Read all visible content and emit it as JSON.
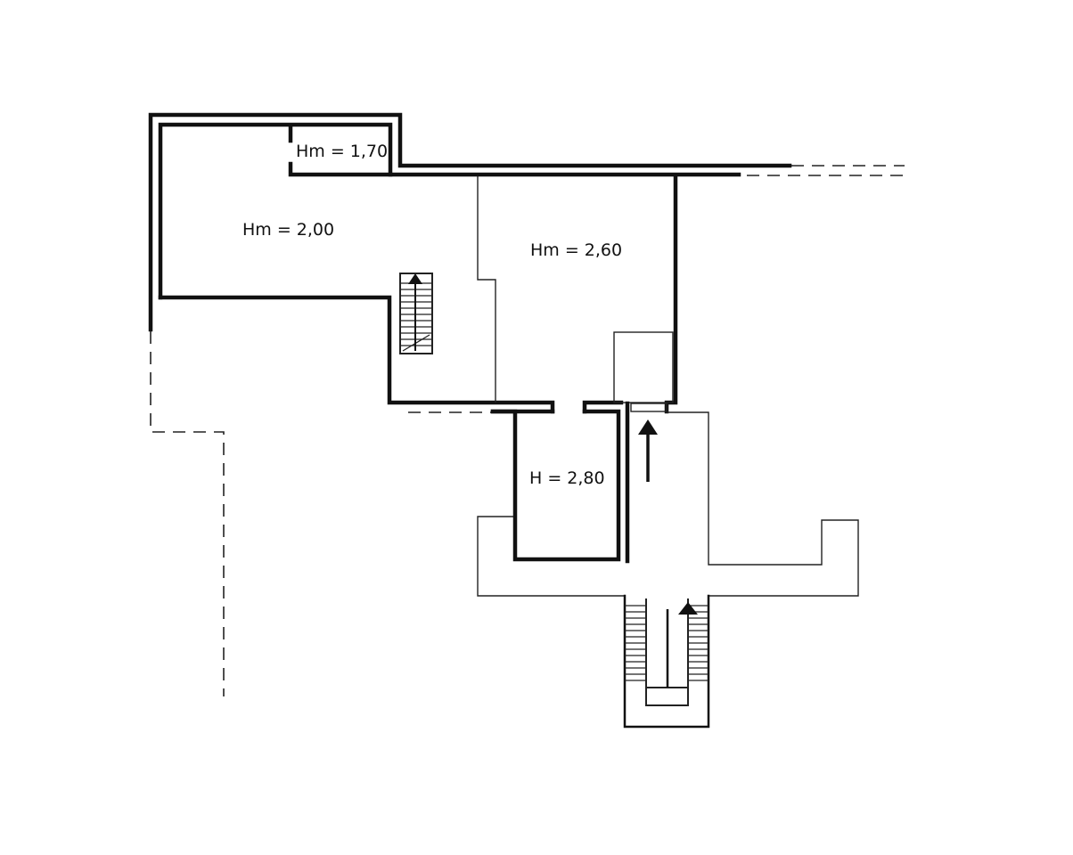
{
  "rooms": [
    {
      "id": "r170",
      "label": "Hm = 1,70"
    },
    {
      "id": "r200",
      "label": "Hm = 2,00"
    },
    {
      "id": "r260",
      "label": "Hm = 2,60"
    },
    {
      "id": "r280",
      "label": "H = 2,80"
    }
  ],
  "stairs": [
    {
      "id": "stair-inner",
      "direction": "up"
    },
    {
      "id": "stair-entrance",
      "direction": "up"
    }
  ],
  "arrows": [
    {
      "id": "access-arrow",
      "direction": "up"
    }
  ]
}
